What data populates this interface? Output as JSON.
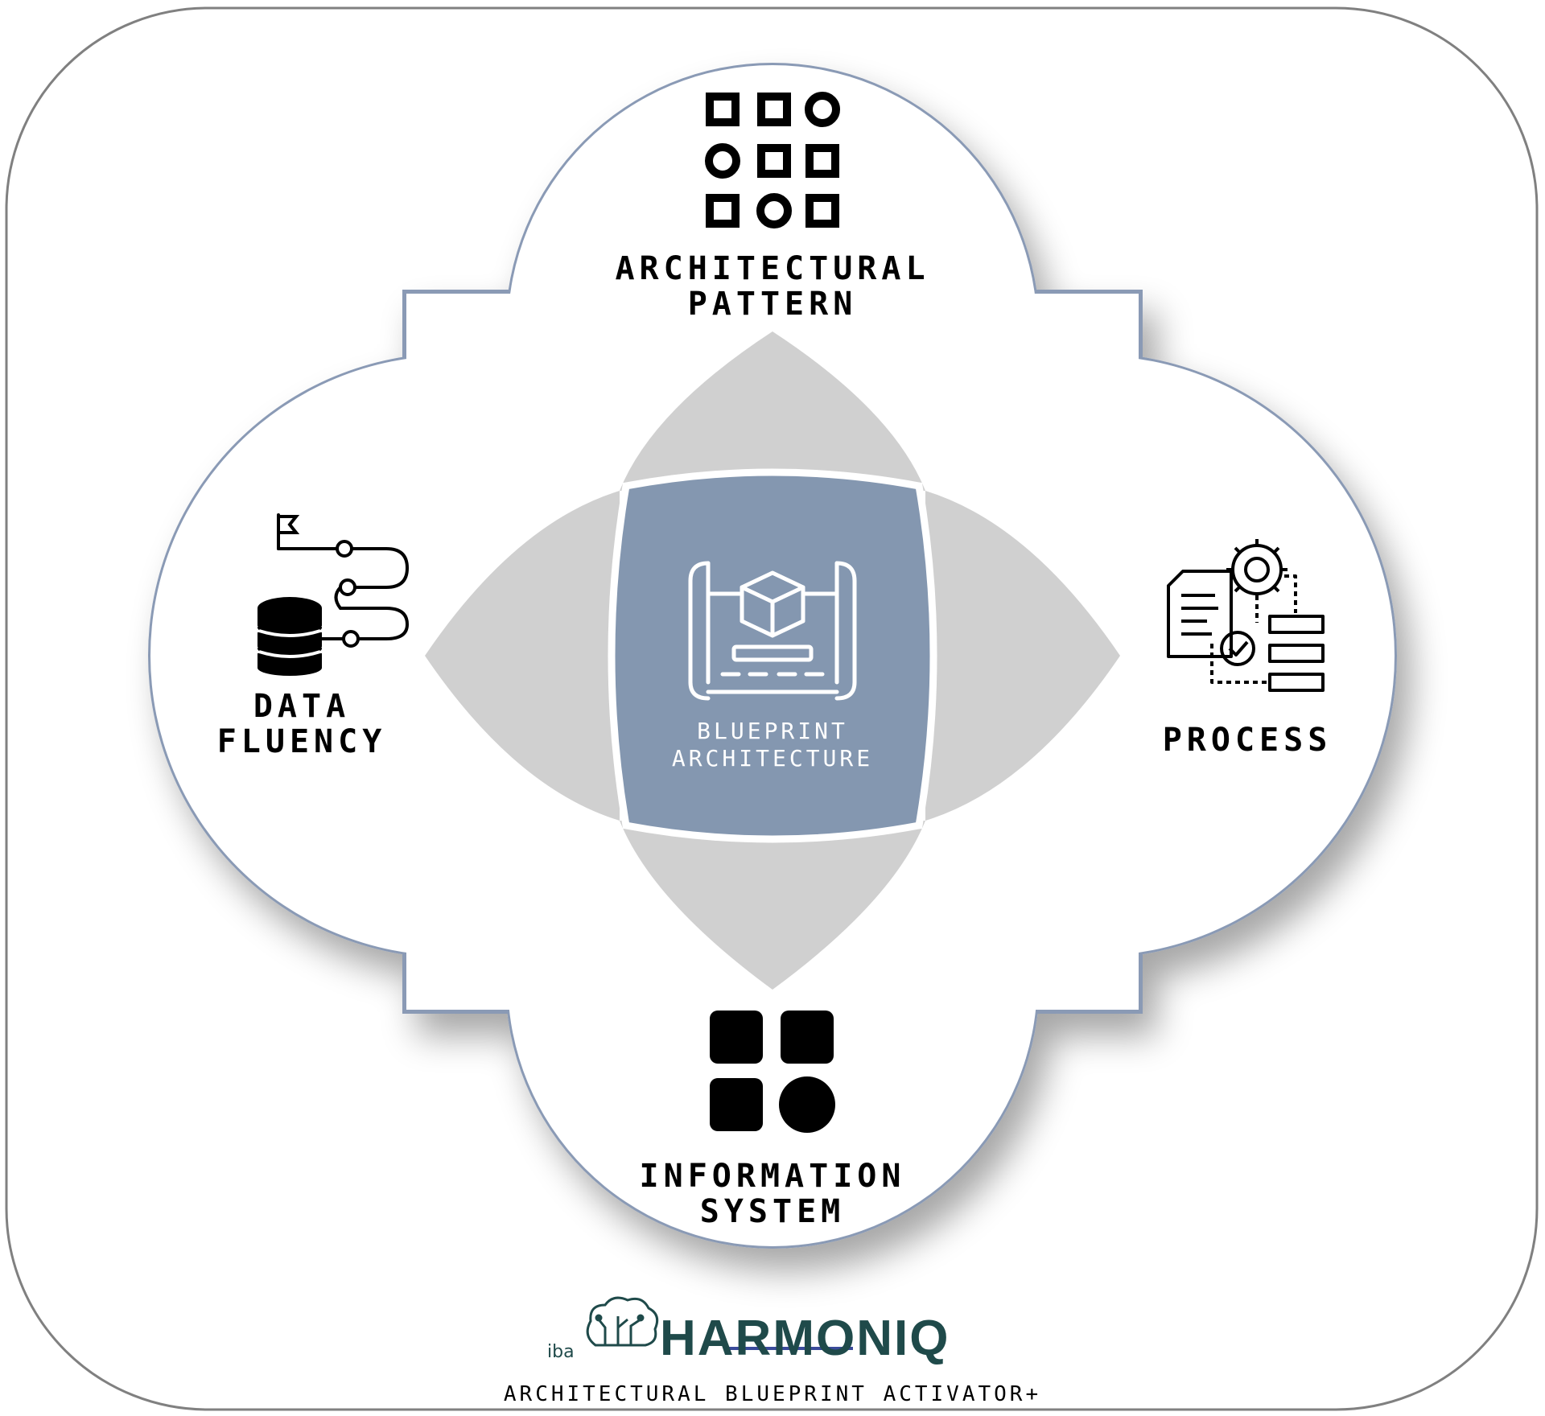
{
  "diagram": {
    "center": {
      "label_line1": "Blueprint",
      "label_line2": "Architecture",
      "icon": "blueprint-cube-icon",
      "fill": "#8497b0"
    },
    "petal_color": "#d0d0d0",
    "cloud_outline": "#8a9ab5",
    "nodes": {
      "top": {
        "line1": "Architectural",
        "line2": "Pattern",
        "icon": "pattern-grid-icon"
      },
      "left": {
        "line1": "Data",
        "line2": "Fluency",
        "icon": "database-flow-icon"
      },
      "right": {
        "line1": "Process",
        "icon": "process-gear-icon"
      },
      "bottom": {
        "line1": "Information",
        "line2": "System",
        "icon": "app-blocks-icon"
      }
    }
  },
  "brand": {
    "prefix": "iba",
    "name": "HARMONIQ",
    "tagline": "Architectural Blueprint Activator+",
    "color": "#1f4a4a"
  }
}
